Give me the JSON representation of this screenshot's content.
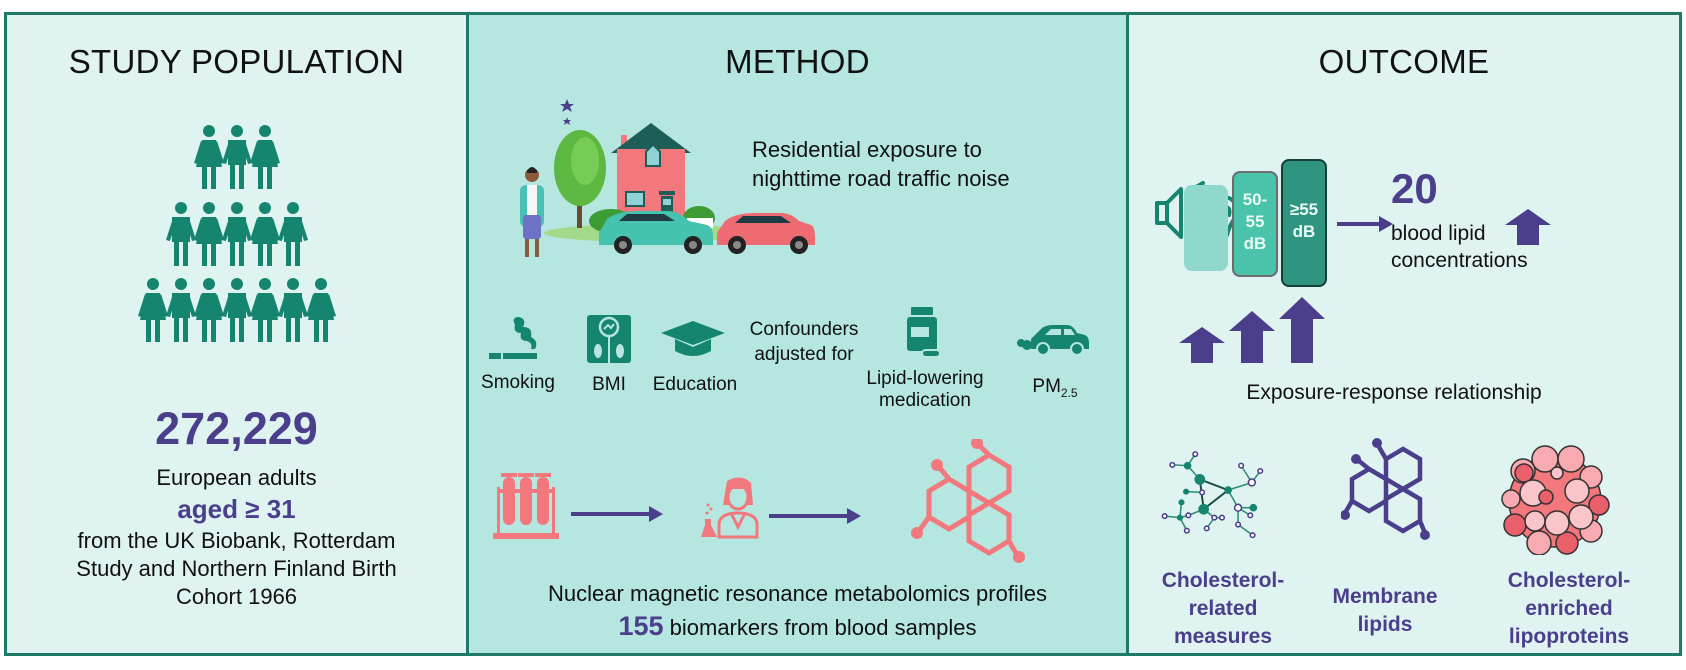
{
  "colors": {
    "frame": "#1e7a66",
    "panel_light": "#dff3f1",
    "panel_method": "#b5e7e0",
    "teal_icon": "#15856f",
    "purple": "#4b3f8c",
    "coral": "#f2787d"
  },
  "study_population": {
    "title": "STUDY POPULATION",
    "icon": "people-group-icon",
    "count": "272,229",
    "line1": "European adults",
    "age": "aged ≥ 31",
    "source_lines": [
      "from the UK Biobank, Rotterdam",
      "Study and Northern Finland Birth",
      "Cohort 1966"
    ]
  },
  "method": {
    "title": "METHOD",
    "scene_icon": "night-house-traffic-illustration",
    "exposure_lines": [
      "Residential exposure to",
      "nighttime road traffic noise"
    ],
    "confounders_heading_lines": [
      "Confounders",
      "adjusted for"
    ],
    "confounders": [
      {
        "icon": "smoking-icon",
        "label": "Smoking"
      },
      {
        "icon": "bmi-scale-icon",
        "label": "BMI"
      },
      {
        "icon": "graduation-cap-icon",
        "label": "Education"
      },
      {
        "icon": "pill-bottle-icon",
        "label_lines": [
          "Lipid-lowering",
          "medication"
        ]
      },
      {
        "icon": "car-exhaust-icon",
        "label": "PM",
        "label_sub": "2.5"
      }
    ],
    "pipeline": [
      {
        "icon": "test-tubes-icon"
      },
      {
        "icon": "scientist-icon"
      },
      {
        "icon": "molecule-icon"
      }
    ],
    "nmr_line": "Nuclear magnetic resonance metabolomics profiles",
    "biomarker_count": "155",
    "biomarker_text": "biomarkers from blood samples"
  },
  "outcome": {
    "title": "OUTCOME",
    "noise_icon": "speaker-ear-icon",
    "noise_levels": [
      {
        "label": "",
        "color": "#8fd8cb"
      },
      {
        "label_lines": [
          "50-",
          "55",
          "dB"
        ],
        "color": "#4bc2aa"
      },
      {
        "label_lines": [
          "≥55",
          "dB"
        ],
        "color": "#2f9580"
      }
    ],
    "lipid_count": "20",
    "lipid_lines": [
      "blood lipid",
      "concentrations"
    ],
    "trend_icon": "up-arrow-icon",
    "relationship": "Exposure-response relationship",
    "categories": [
      {
        "icon": "network-graph-icon",
        "label_lines": [
          "Cholesterol-",
          "related",
          "measures"
        ]
      },
      {
        "icon": "membrane-molecule-icon",
        "label_lines": [
          "Membrane",
          "lipids"
        ]
      },
      {
        "icon": "lipoprotein-icon",
        "label_lines": [
          "Cholesterol-",
          "enriched",
          "lipoproteins"
        ]
      }
    ]
  }
}
